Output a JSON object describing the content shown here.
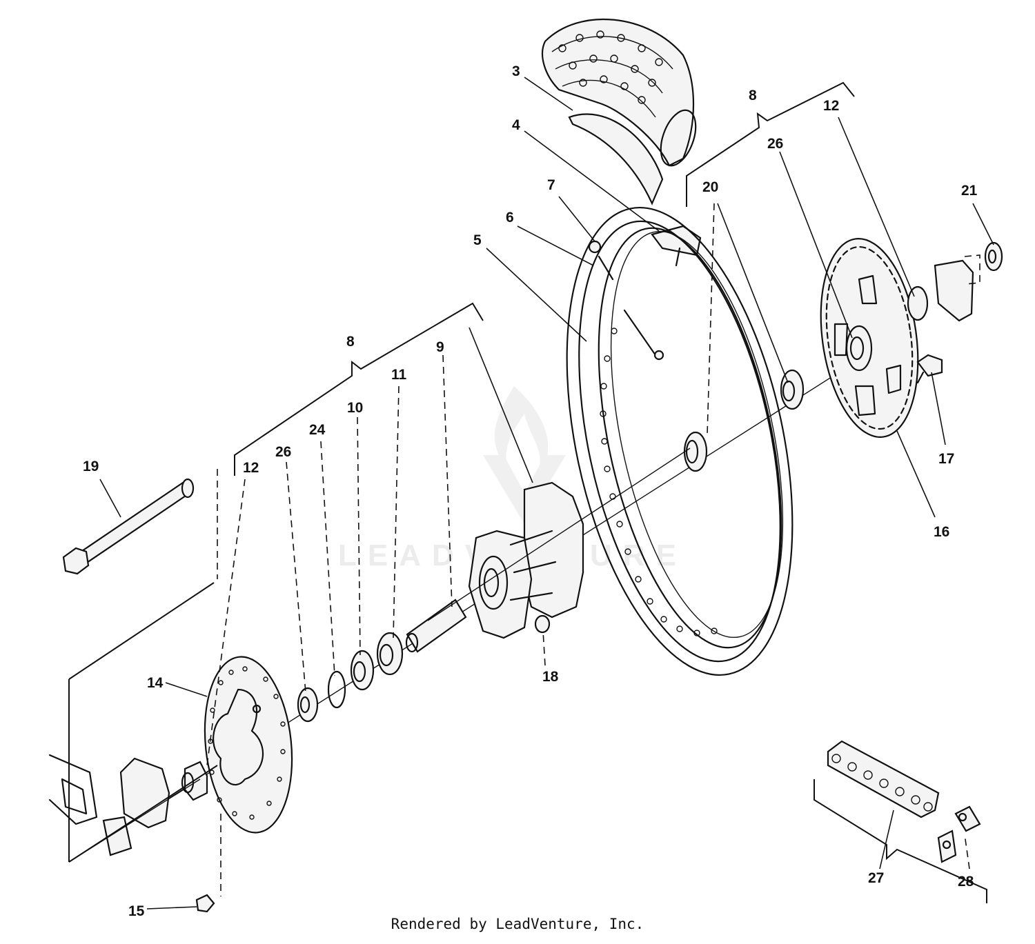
{
  "callouts": {
    "c3": "3",
    "c4": "4",
    "c8_top": "8",
    "c12_top": "12",
    "c26_top": "26",
    "c20": "20",
    "c21": "21",
    "c7": "7",
    "c6": "6",
    "c5": "5",
    "c17": "17",
    "c16": "16",
    "c8_left": "8",
    "c9": "9",
    "c11": "11",
    "c10": "10",
    "c24": "24",
    "c26_left": "26",
    "c12_left": "12",
    "c19": "19",
    "c14": "14",
    "c18": "18",
    "c15": "15",
    "c27": "27",
    "c28": "28"
  },
  "watermark": "LEADVENTURE",
  "footer": "Rendered by LeadVenture, Inc."
}
